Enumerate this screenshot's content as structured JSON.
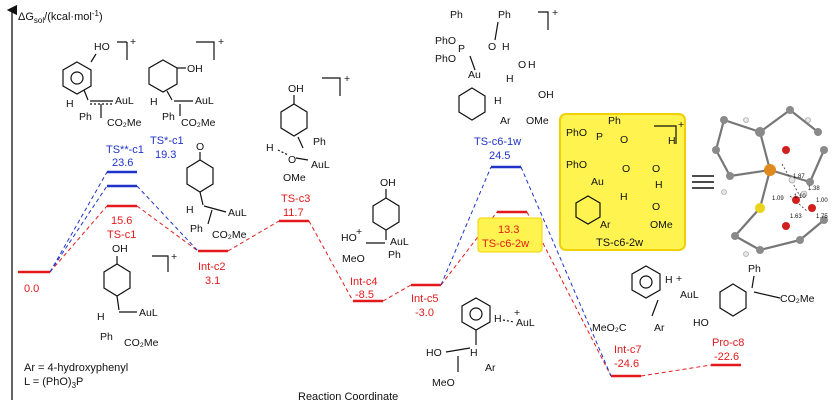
{
  "axis": {
    "y_label_prefix": "ΔG",
    "y_label_sub": "sol",
    "y_label_units": "/(kcal·mol",
    "y_label_exp": "-1",
    "y_label_close": ")",
    "x_label": "Reaction Coordinate"
  },
  "legend": {
    "ar_def": "Ar = 4-hydroxyphenyl",
    "l_def": "L = (PhO)",
    "l_def_sub": "3",
    "l_def_tail": "P"
  },
  "colors": {
    "red_path": "#e31a1c",
    "blue_path": "#1f33c8",
    "highlight": "#fff44f",
    "highlight_border": "#f0d000"
  },
  "states": [
    {
      "id": "start",
      "name": "",
      "energy": "0.0",
      "color": "red"
    },
    {
      "id": "ts-c1",
      "name": "TS-c1",
      "energy": "15.6",
      "color": "red"
    },
    {
      "id": "ts-star",
      "name": "TS*-c1",
      "energy": "19.3",
      "color": "blue"
    },
    {
      "id": "ts-2star",
      "name": "TS**-c1",
      "energy": "23.6",
      "color": "blue"
    },
    {
      "id": "int-c2",
      "name": "Int-c2",
      "energy": "3.1",
      "color": "red"
    },
    {
      "id": "ts-c3",
      "name": "TS-c3",
      "energy": "11.7",
      "color": "red"
    },
    {
      "id": "int-c4",
      "name": "Int-c4",
      "energy": "-8.5",
      "color": "red"
    },
    {
      "id": "int-c5",
      "name": "Int-c5",
      "energy": "-3.0",
      "color": "red"
    },
    {
      "id": "ts-c6-1w",
      "name": "TS-c6-1w",
      "energy": "24.5",
      "color": "blue"
    },
    {
      "id": "ts-c6-2w",
      "name": "TS-c6-2w",
      "energy": "13.3",
      "color": "red"
    },
    {
      "id": "int-c7",
      "name": "Int-c7",
      "energy": "-24.6",
      "color": "red"
    },
    {
      "id": "pro-c8",
      "name": "Pro-c8",
      "energy": "-22.6",
      "color": "red"
    }
  ],
  "inset": {
    "title": "TS-c6-2w"
  },
  "chem_labels": {
    "OH": "OH",
    "AuL": "AuL",
    "Ph": "Ph",
    "CO2Me": "CO₂Me",
    "H": "H",
    "O": "O",
    "OMe": "OMe",
    "MeO": "MeO",
    "MeO2C": "MeO₂C",
    "HO": "HO",
    "HOplus": "HO",
    "Ar": "Ar",
    "PhO": "PhO",
    "P": "P",
    "Au": "Au",
    "plus": "+"
  },
  "model_distances": [
    "1.87",
    "1.38",
    "1.10",
    "1.00",
    "1.09",
    "1.63",
    "1.75"
  ]
}
